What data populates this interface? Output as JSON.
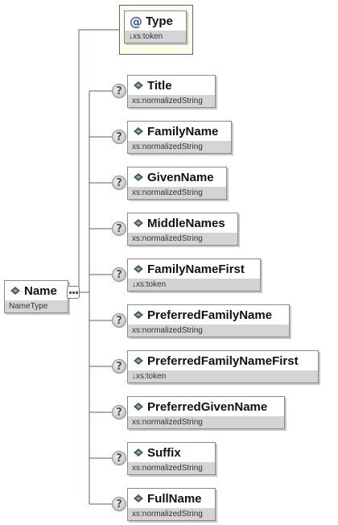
{
  "root": {
    "name": "Name",
    "type": "NameType"
  },
  "attribute": {
    "name": "Type",
    "type": "↓xs:token"
  },
  "occurrence_glyph": "?",
  "children": [
    {
      "name": "Title",
      "type": "xs:normalizedString"
    },
    {
      "name": "FamilyName",
      "type": "xs:normalizedString"
    },
    {
      "name": "GivenName",
      "type": "xs:normalizedString"
    },
    {
      "name": "MiddleNames",
      "type": "xs:normalizedString"
    },
    {
      "name": "FamilyNameFirst",
      "type": "↓xs:token"
    },
    {
      "name": "PreferredFamilyName",
      "type": "xs:normalizedString"
    },
    {
      "name": "PreferredFamilyNameFirst",
      "type": "↓xs:token"
    },
    {
      "name": "PreferredGivenName",
      "type": "xs:normalizedString"
    },
    {
      "name": "Suffix",
      "type": "xs:normalizedString"
    },
    {
      "name": "FullName",
      "type": "xs:normalizedString"
    }
  ],
  "colors": {
    "connector": "#4a6b82",
    "element_icon_blue": "#2f5f9e",
    "element_icon_gold": "#e5b100",
    "attribute_icon": "#3a5fa0",
    "type_band": "#d4d4d4"
  },
  "icons": {
    "element": "element-diamond-icon",
    "attribute": "attribute-at-icon",
    "occurrence": "optional-occurrence-icon",
    "compositor": "sequence-compositor-icon"
  }
}
